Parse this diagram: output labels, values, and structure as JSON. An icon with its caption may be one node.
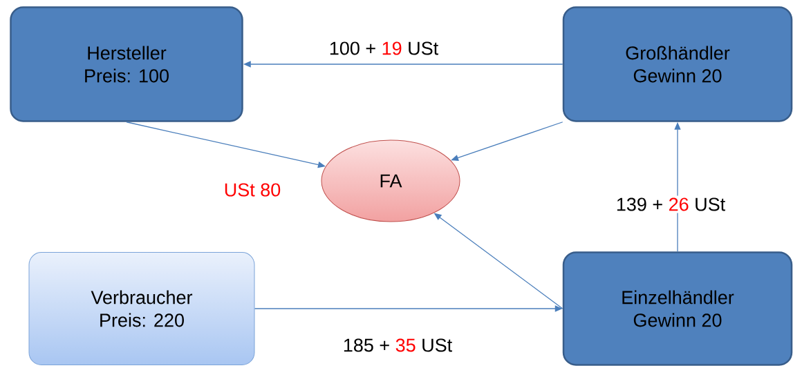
{
  "diagram": {
    "nodes": [
      {
        "text": [
          "Hersteller",
          "Preis: 100"
        ]
      },
      {
        "text": [
          "Großhändler",
          "Gewinn 20"
        ]
      },
      {
        "text": [
          "FA"
        ]
      },
      {
        "text": [
          "Verbraucher",
          "Preis: 220"
        ]
      },
      {
        "text": [
          "Einzelhändler",
          "Gewinn 20"
        ]
      }
    ],
    "edges": [
      {
        "from": 1,
        "to": 0,
        "arrow": "to",
        "label": "100 + 19 USt"
      },
      {
        "from": 0,
        "to": 2,
        "arrow": "to"
      },
      {
        "from": 1,
        "to": 2,
        "arrow": "to"
      },
      {
        "from": 4,
        "to": 2,
        "arrow": "to"
      },
      {
        "from": 4,
        "to": 1,
        "arrow": "to",
        "label": "139 + 26 USt"
      },
      {
        "from": 3,
        "to": 4,
        "arrow": "to",
        "label": "185 + 35 USt"
      }
    ],
    "labels": [
      "USt 80"
    ]
  }
}
